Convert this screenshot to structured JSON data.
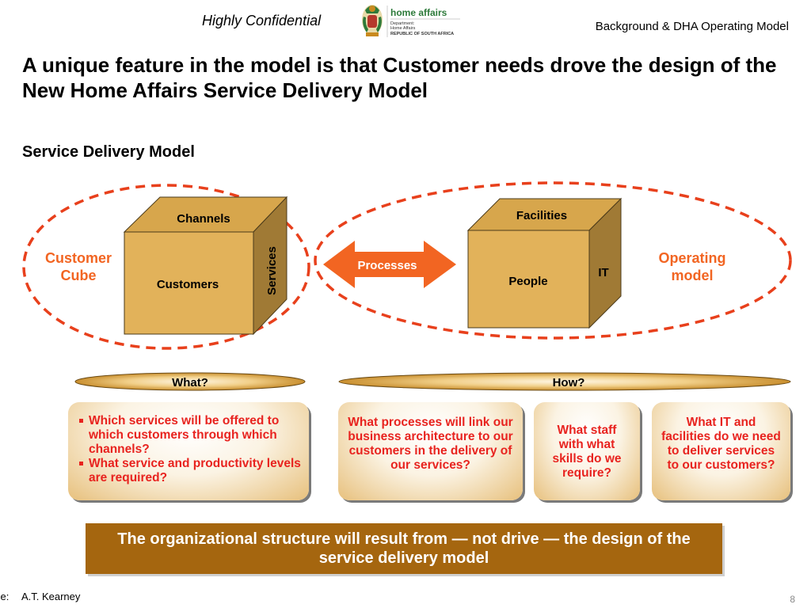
{
  "header": {
    "confidential": "Highly Confidential",
    "section": "Background & DHA Operating Model",
    "logo": {
      "brand": "home affairs",
      "line1": "Department:",
      "line2": "Home Affairs",
      "line3": "REPUBLIC OF SOUTH AFRICA"
    }
  },
  "title": "A unique feature in the model is that Customer needs drove the design of the New Home Affairs Service Delivery Model",
  "subtitle": "Service Delivery Model",
  "diagram": {
    "customer_cube": {
      "label_line1": "Customer",
      "label_line2": "Cube",
      "top": "Channels",
      "front": "Customers",
      "side": "Services"
    },
    "arrow": "Processes",
    "operating_cube": {
      "label_line1": "Operating",
      "label_line2": "model",
      "top": "Facilities",
      "front": "People",
      "side": "IT"
    }
  },
  "pills": {
    "what": "What?",
    "how": "How?"
  },
  "questions": {
    "what_bullets": [
      "Which services will be offered to which customers through which channels?",
      "What service and productivity levels are required?"
    ],
    "processes": "What processes will link our business architecture to our customers in the delivery of our services?",
    "staff": "What staff with what skills do we require?",
    "it_facilities": "What IT and facilities do we need to deliver services to our customers?"
  },
  "banner": "The organizational structure will result from — not drive — the design of the service delivery model",
  "footer": {
    "source_label": "ce:",
    "source_value": "A.T. Kearney",
    "page": "8"
  },
  "colors": {
    "accent_orange": "#f26522",
    "cube_front": "#e2b25a",
    "cube_top": "#d7a64c",
    "cube_side": "#a07a35",
    "dashed_red": "#e8401c",
    "question_text": "#e8231f",
    "banner": "#a5660f"
  }
}
